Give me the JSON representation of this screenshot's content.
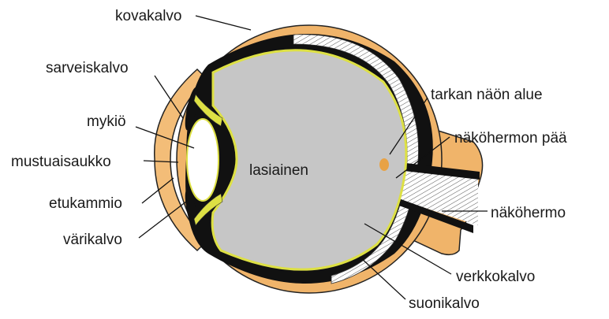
{
  "diagram": {
    "labels": {
      "kovakalvo": "kovakalvo",
      "sarveiskalvo": "sarveiskalvo",
      "mykio": "mykiö",
      "mustuaisaukko": "mustuaisaukko",
      "etukammio": "etukammio",
      "varikalvo": "värikalvo",
      "lasiainen": "lasiainen",
      "tarkan_naon_alue": "tarkan näön alue",
      "nakohermon_paa": "näköhermon pää",
      "nakohermo": "näköhermo",
      "verkkokalvo": "verkkokalvo",
      "suonikalvo": "suonikalvo"
    },
    "colors": {
      "sclera": "#f0b46a",
      "choroid": "#111111",
      "retina": "#dde044",
      "vitreous": "#c6c6c6",
      "lens": "#ffffff",
      "cornea": "#f3bd78",
      "fovea": "#e8a245"
    }
  }
}
